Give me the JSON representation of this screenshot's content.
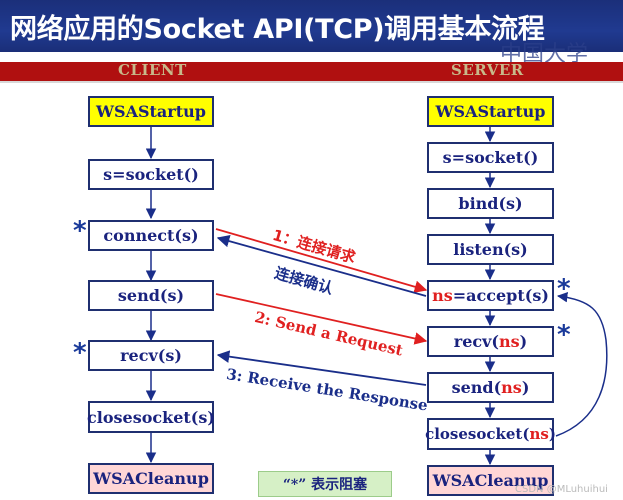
{
  "title": "网络应用的Socket API(TCP)调用基本流程",
  "watermark_top": "中国大学",
  "client_label": "CLIENT",
  "server_label": "SERVER",
  "client_boxes": {
    "startup": "WSAStartup",
    "socket": "s=socket()",
    "connect": "connect(s)",
    "send": "send(s)",
    "recv": "recv(s)",
    "closesocket": "closesocket(s)",
    "cleanup": "WSACleanup"
  },
  "server_boxes": {
    "startup": "WSAStartup",
    "socket": "s=socket()",
    "bind": "bind(s)",
    "listen": "listen(s)",
    "accept_ns": "ns",
    "accept_rest": "=accept(s)",
    "recv_pre": "recv(",
    "recv_ns": "ns",
    "recv_post": ")",
    "send_pre": "send(",
    "send_ns": "ns",
    "send_post": ")",
    "close_pre": "closesocket(",
    "close_ns": "ns",
    "close_post": ")",
    "cleanup": "WSACleanup"
  },
  "messages": {
    "m1": "1：连接请求",
    "confirm": "连接确认",
    "m2": "2: Send a Request",
    "m3": "3: Receive the Response"
  },
  "star": "*",
  "legend": "“*” 表示阻塞",
  "credit": "CSDN @MLuhuihui",
  "colors": {
    "title_bg": "#203a90",
    "band": "#b01010",
    "box_border": "#1f2f70",
    "yellow": "#ffff00",
    "pink": "#ffd6d6",
    "red_arrow": "#e02020",
    "blue_arrow": "#1a2e8a"
  }
}
